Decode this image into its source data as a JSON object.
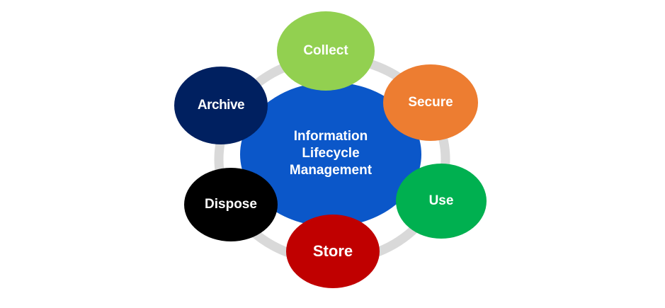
{
  "center": {
    "lines": [
      "Information",
      "Lifecycle",
      "Management"
    ],
    "color": "#0b57c9"
  },
  "ring_color": "#d9d9d9",
  "nodes": {
    "collect": {
      "label": "Collect",
      "color": "#92d050"
    },
    "secure": {
      "label": "Secure",
      "color": "#ed7d31"
    },
    "use": {
      "label": "Use",
      "color": "#00b050"
    },
    "store": {
      "label": "Store",
      "color": "#c00000"
    },
    "dispose": {
      "label": "Dispose",
      "color": "#000000"
    },
    "archive": {
      "label": "Archive",
      "color": "#002060"
    }
  }
}
